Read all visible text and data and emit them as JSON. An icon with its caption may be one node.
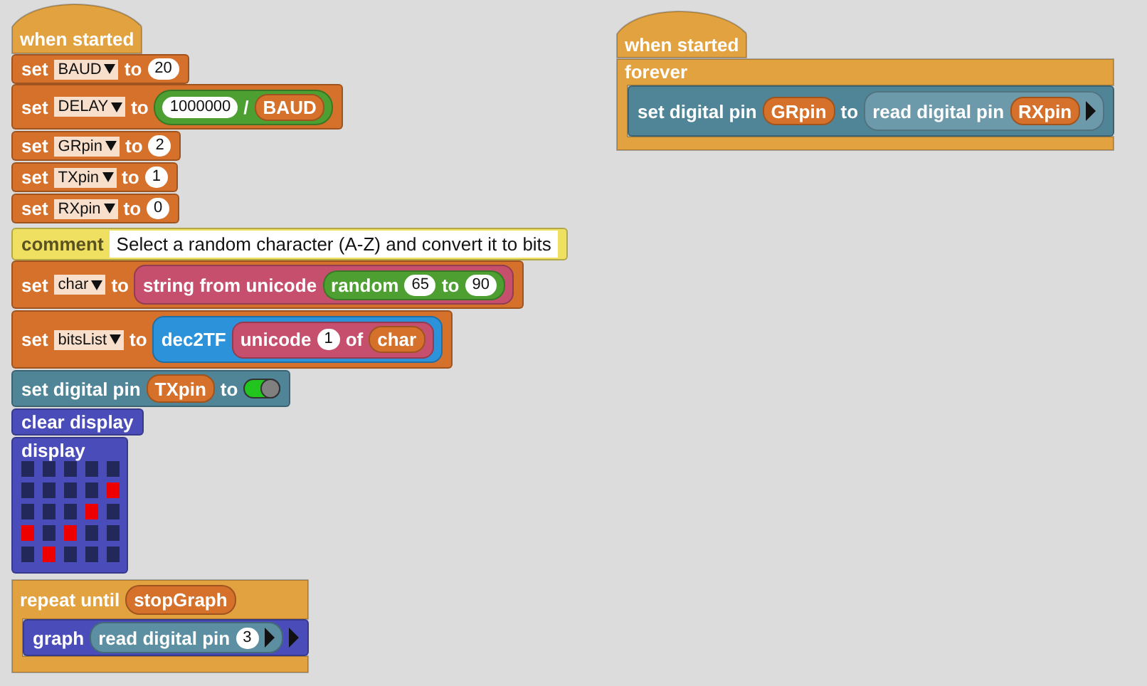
{
  "diagram": {
    "nodes": [
      {
        "text": [
          "when started"
        ]
      },
      {
        "text": [
          "set",
          "BAUD",
          "to",
          "20"
        ]
      },
      {
        "text": [
          "set",
          "DELAY",
          "to"
        ]
      },
      {
        "text": [
          "1000000",
          "/"
        ],
        "in": 2
      },
      {
        "text": [
          "BAUD"
        ],
        "in": 3
      },
      {
        "text": [
          "set",
          "GRpin",
          "to",
          "2"
        ]
      },
      {
        "text": [
          "set",
          "TXpin",
          "to",
          "1"
        ]
      },
      {
        "text": [
          "set",
          "RXpin",
          "to",
          "0"
        ]
      },
      {
        "text": [
          "comment",
          "Select a random character (A-Z) and convert it to bits"
        ]
      },
      {
        "text": [
          "set",
          "char",
          "to"
        ]
      },
      {
        "text": [
          "string from unicode"
        ],
        "in": 9
      },
      {
        "text": [
          "random",
          "65",
          "to",
          "90"
        ],
        "in": 10
      },
      {
        "text": [
          "set",
          "bitsList",
          "to"
        ]
      },
      {
        "text": [
          "dec2TF"
        ],
        "in": 12
      },
      {
        "text": [
          "unicode",
          "1",
          "of"
        ],
        "in": 13
      },
      {
        "text": [
          "char"
        ],
        "in": 14
      },
      {
        "text": [
          "set digital pin",
          "to"
        ]
      },
      {
        "text": [
          "TXpin"
        ],
        "in": 16
      },
      {
        "text": [
          "clear display"
        ]
      },
      {
        "text": [
          "display"
        ]
      },
      {
        "text": [
          "repeat until"
        ]
      },
      {
        "text": [
          "stopGraph"
        ],
        "in": 20
      },
      {
        "text": [
          "graph"
        ],
        "in": 20
      },
      {
        "text": [
          "read digital pin",
          "3"
        ],
        "in": 22
      },
      {
        "text": [
          "when started"
        ]
      },
      {
        "text": [
          "forever"
        ]
      },
      {
        "text": [
          "set digital pin",
          "to"
        ],
        "in": 25
      },
      {
        "text": [
          "GRpin"
        ],
        "in": 26
      },
      {
        "text": [
          "read digital pin"
        ],
        "in": 26
      },
      {
        "text": [
          "RXpin"
        ],
        "in": 28
      }
    ]
  }
}
